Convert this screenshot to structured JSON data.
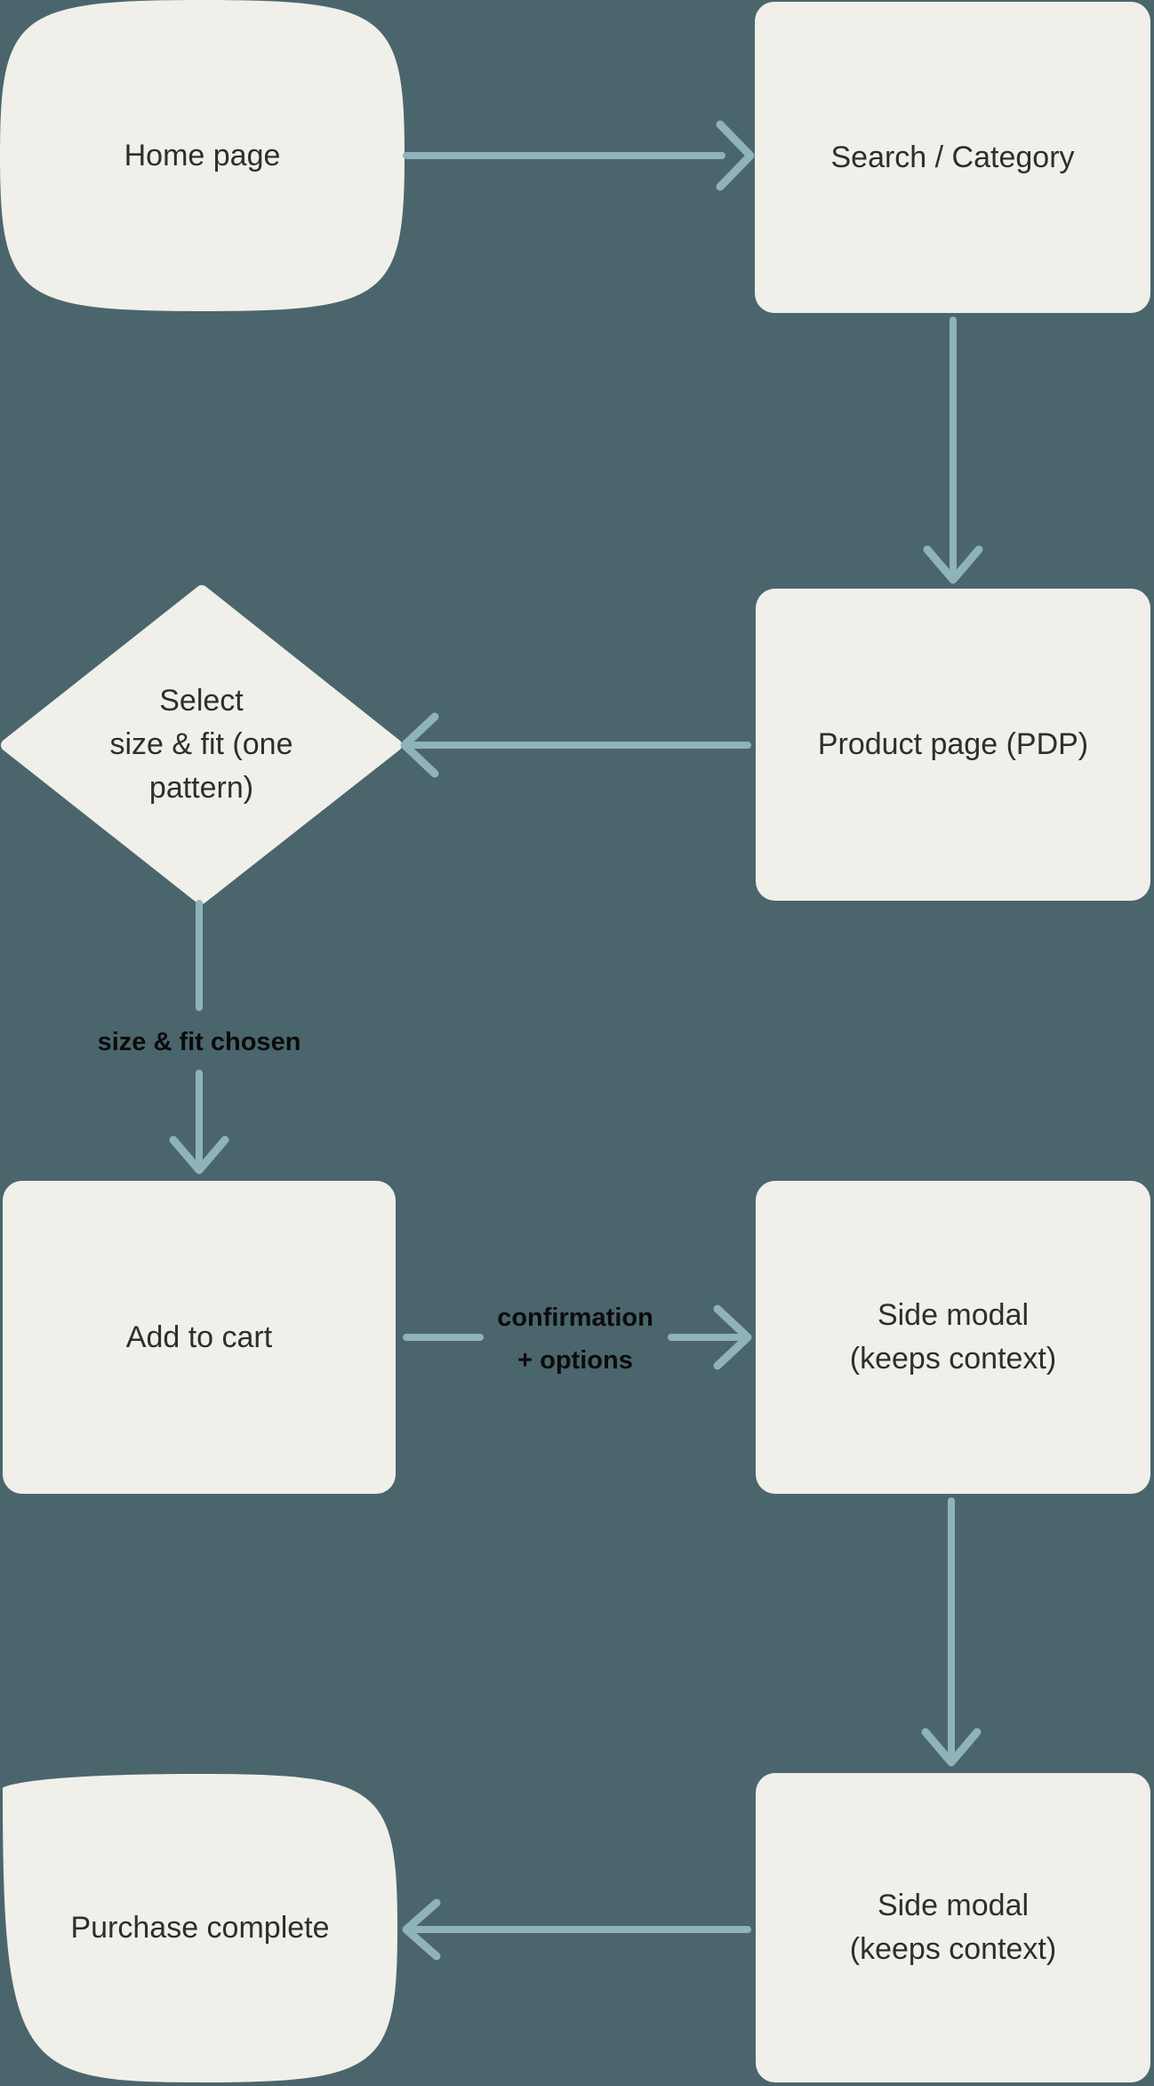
{
  "canvas": {
    "background": "#4b656c"
  },
  "colors": {
    "node_fill": "#f0efea",
    "arrow": "#8fb3ba",
    "node_text": "#2e2e2b",
    "edge_label_text": "#0b0b0b"
  },
  "nodes": {
    "home": {
      "shape": "squircle",
      "lines": [
        "Home page"
      ]
    },
    "search_category": {
      "shape": "rectangle",
      "lines": [
        "Search / Category"
      ]
    },
    "product_page": {
      "shape": "rectangle",
      "lines": [
        "Product page (PDP)"
      ]
    },
    "select_size_fit": {
      "shape": "diamond",
      "lines": [
        "Select",
        "size & fit (one",
        "pattern)"
      ]
    },
    "add_to_cart": {
      "shape": "rectangle",
      "lines": [
        "Add to cart"
      ]
    },
    "side_modal_1": {
      "shape": "rectangle",
      "lines": [
        "Side modal",
        "(keeps context)"
      ]
    },
    "side_modal_2": {
      "shape": "rectangle",
      "lines": [
        "Side modal",
        "(keeps context)"
      ]
    },
    "purchase_complete": {
      "shape": "squircle",
      "lines": [
        "Purchase complete"
      ]
    }
  },
  "edge_labels": {
    "size_fit_chosen": {
      "lines": [
        "size & fit chosen"
      ]
    },
    "confirmation_options": {
      "lines": [
        "confirmation",
        "+ options"
      ]
    }
  },
  "edges": [
    {
      "from": "home",
      "to": "search_category"
    },
    {
      "from": "search_category",
      "to": "product_page"
    },
    {
      "from": "product_page",
      "to": "select_size_fit"
    },
    {
      "from": "select_size_fit",
      "to": "add_to_cart",
      "label": "size_fit_chosen"
    },
    {
      "from": "add_to_cart",
      "to": "side_modal_1",
      "label": "confirmation_options"
    },
    {
      "from": "side_modal_1",
      "to": "side_modal_2"
    },
    {
      "from": "side_modal_2",
      "to": "purchase_complete"
    }
  ]
}
